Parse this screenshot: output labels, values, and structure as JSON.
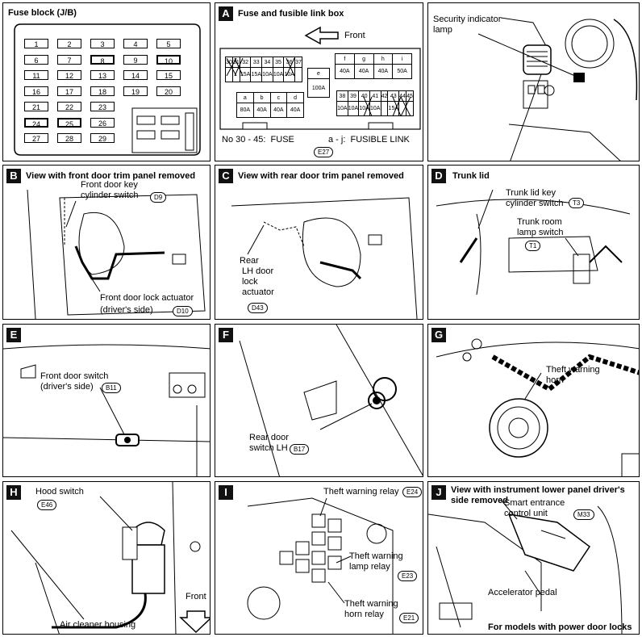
{
  "fuse_block": {
    "title": "Fuse block (J/B)",
    "rows": [
      [
        "1",
        "2",
        "3",
        "4",
        "5"
      ],
      [
        "6",
        "7",
        "8",
        "9",
        "10"
      ],
      [
        "11",
        "12",
        "13",
        "14",
        "15"
      ],
      [
        "16",
        "17",
        "18",
        "19",
        "20"
      ],
      [
        "21",
        "22",
        "23"
      ],
      [
        "24",
        "25",
        "26"
      ],
      [
        "27",
        "28",
        "29"
      ]
    ],
    "highlighted": [
      "8",
      "10",
      "24",
      "25"
    ]
  },
  "panel_a": {
    "letter": "A",
    "title": "Fuse and fusible link box",
    "front_label": "Front",
    "fuse_numbers": [
      "30",
      "31",
      "32",
      "33",
      "34",
      "35",
      "36",
      "37"
    ],
    "fuse_ratings": [
      "",
      "",
      "15A",
      "15A",
      "10A",
      "10A",
      "10A",
      ""
    ],
    "e_header": "e",
    "e_value": "100A",
    "link_top_headers": [
      "f",
      "g",
      "h",
      "i"
    ],
    "link_top_values": [
      "40A",
      "40A",
      "40A",
      "50A"
    ],
    "link_bottom_headers": [
      "a",
      "b",
      "c",
      "d"
    ],
    "link_bottom_values": [
      "80A",
      "40A",
      "40A",
      "40A"
    ],
    "fuse2_numbers": [
      "38",
      "39",
      "40",
      "41",
      "42",
      "43",
      "44",
      "45"
    ],
    "fuse2_ratings": [
      "10A",
      "10A",
      "10A",
      "10A",
      "",
      "15A",
      "",
      ""
    ],
    "legend_fuse": "No 30 - 45:  FUSE",
    "legend_link": "a - j:  FUSIBLE LINK",
    "connector": "E27"
  },
  "security_lamp": {
    "label": "Security indicator\nlamp"
  },
  "panel_b": {
    "letter": "B",
    "title": "View with front door trim panel removed",
    "key_switch": "Front door key\ncylinder switch",
    "key_conn": "D9",
    "actuator": "Front door lock actuator",
    "actuator2": "(driver's side)",
    "actuator_conn": "D10"
  },
  "panel_c": {
    "letter": "C",
    "title": "View with rear door trim panel removed",
    "actuator": "Rear\n LH door\n lock\n actuator",
    "conn": "D43"
  },
  "panel_d": {
    "letter": "D",
    "title": "Trunk lid",
    "key_switch": "Trunk lid key\ncylinder switch",
    "key_conn": "T3",
    "room_switch": "Trunk room\nlamp switch",
    "room_conn": "T1"
  },
  "panel_e": {
    "letter": "E",
    "label": "Front door switch\n(driver's side)",
    "conn": "B11"
  },
  "panel_f": {
    "letter": "F",
    "label": "Rear door\nswitch LH",
    "conn": "B17"
  },
  "panel_g": {
    "letter": "G",
    "label": "Theft warning\nhorn"
  },
  "panel_h": {
    "letter": "H",
    "hood_switch": "Hood switch",
    "conn": "E46",
    "front": "Front",
    "air_cleaner": "Air cleaner housing"
  },
  "panel_i": {
    "letter": "I",
    "relay": "Theft warning relay",
    "relay_conn": "E24",
    "lamp_relay": "Theft warning\nlamp relay",
    "lamp_conn": "E23",
    "horn_relay": "Theft warning\nhorn relay",
    "horn_conn": "E21"
  },
  "panel_j": {
    "letter": "J",
    "title": "View with instrument lower panel driver's\nside removed",
    "unit": "Smart entrance\ncontrol unit",
    "unit_conn": "M33",
    "pedal": "Accelerator pedal",
    "footnote": "For models with power door locks"
  }
}
